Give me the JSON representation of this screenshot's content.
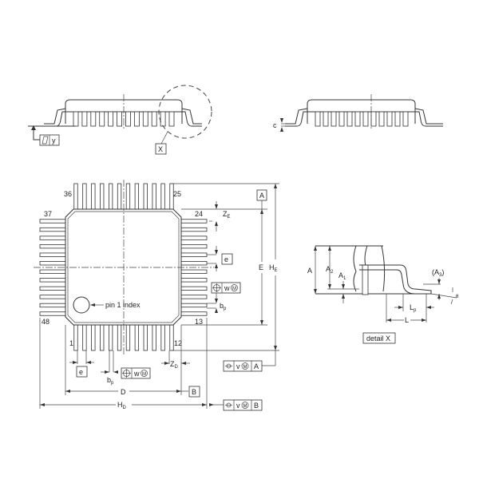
{
  "pin_labels": {
    "p36": "36",
    "p25": "25",
    "p37": "37",
    "p24": "24",
    "p48": "48",
    "p13": "13",
    "p1": "1",
    "p12": "12"
  },
  "pin1_index": "pin 1 index",
  "dimensions": {
    "E": "E",
    "HE": "H",
    "HE_sub": "E",
    "ZE": "Z",
    "ZE_sub": "E",
    "e": "e",
    "bp": "b",
    "bp_sub": "p",
    "D": "D",
    "HD": "H",
    "HD_sub": "D",
    "ZD": "Z",
    "ZD_sub": "D",
    "c": "c",
    "A": "A",
    "A2": "A",
    "A2_sub": "2",
    "A1": "A",
    "A1_sub": "1",
    "A3": "(A",
    "A3_sub": "3",
    "A3_close": ")",
    "Lp": "L",
    "Lp_sub": "p",
    "L": "L",
    "theta": "θ"
  },
  "datums": {
    "A": "A",
    "B": "B",
    "X": "X",
    "y": "y"
  },
  "tolerance_frames": {
    "w": "w",
    "v": "v",
    "M": "M"
  },
  "detail_label": "detail X"
}
